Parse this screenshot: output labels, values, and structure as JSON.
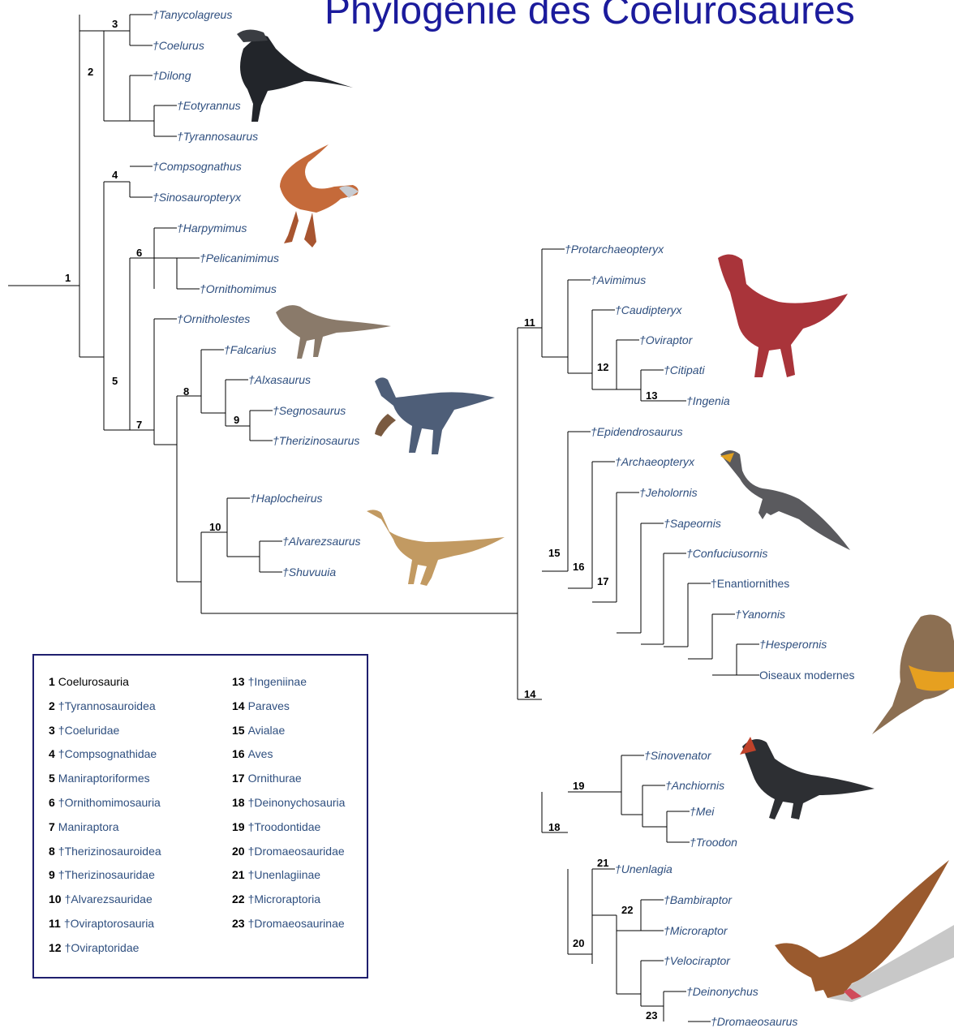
{
  "title": "Phylogénie des Coelurosaures",
  "colors": {
    "taxon": "#2f4f7f",
    "line": "#000000",
    "title": "#1b1b9c",
    "legend_border": "#1f1f6e"
  },
  "taxa": [
    "†Tanycolagreus",
    "†Coelurus",
    "†Dilong",
    "†Eotyrannus",
    "†Tyrannosaurus",
    "†Compsognathus",
    "†Sinosauropteryx",
    "†Harpymimus",
    "†Pelicanimimus",
    "†Ornithomimus",
    "†Ornitholestes",
    "†Falcarius",
    "†Alxasaurus",
    "†Segnosaurus",
    "†Therizinosaurus",
    "†Haplocheirus",
    "†Alvarezsaurus",
    "†Shuvuuia",
    "†Protarchaeopteryx",
    "†Avimimus",
    "†Caudipteryx",
    "†Oviraptor",
    "†Citipati",
    "†Ingenia",
    "†Epidendrosaurus",
    "†Archaeopteryx",
    "†Jeholornis",
    "†Sapeornis",
    "†Confuciusornis",
    "†Enantiornithes",
    "†Yanornis",
    "†Hesperornis",
    "Oiseaux modernes",
    "†Sinovenator",
    "†Anchiornis",
    "†Mei",
    "†Troodon",
    "†Unenlagia",
    "†Bambiraptor",
    "†Microraptor",
    "†Velociraptor",
    "†Deinonychus",
    "†Dromaeosaurus"
  ],
  "node_numbers": [
    "1",
    "2",
    "3",
    "4",
    "5",
    "6",
    "7",
    "8",
    "9",
    "10",
    "11",
    "12",
    "13",
    "14",
    "15",
    "16",
    "17",
    "18",
    "19",
    "20",
    "21",
    "22",
    "23"
  ],
  "legend": [
    {
      "num": "1",
      "name": "Coelurosauria"
    },
    {
      "num": "2",
      "name": "†Tyrannosauroidea"
    },
    {
      "num": "3",
      "name": "†Coeluridae"
    },
    {
      "num": "4",
      "name": "†Compsognathidae"
    },
    {
      "num": "5",
      "name": "Maniraptoriformes"
    },
    {
      "num": "6",
      "name": "†Ornithomimosauria"
    },
    {
      "num": "7",
      "name": "Maniraptora"
    },
    {
      "num": "8",
      "name": "†Therizinosauroidea"
    },
    {
      "num": "9",
      "name": "†Therizinosauridae"
    },
    {
      "num": "10",
      "name": "†Alvarezsauridae"
    },
    {
      "num": "11",
      "name": "†Oviraptorosauria"
    },
    {
      "num": "12",
      "name": "†Oviraptoridae"
    },
    {
      "num": "13",
      "name": "†Ingeniinae"
    },
    {
      "num": "14",
      "name": "Paraves"
    },
    {
      "num": "15",
      "name": "Avialae"
    },
    {
      "num": "16",
      "name": "Aves"
    },
    {
      "num": "17",
      "name": "Ornithurae"
    },
    {
      "num": "18",
      "name": "†Deinonychosauria"
    },
    {
      "num": "19",
      "name": "†Troodontidae"
    },
    {
      "num": "20",
      "name": "†Dromaeosauridae"
    },
    {
      "num": "21",
      "name": "†Unenlagiinae"
    },
    {
      "num": "22",
      "name": "†Microraptoria"
    },
    {
      "num": "23",
      "name": "†Dromaeosaurinae"
    }
  ]
}
